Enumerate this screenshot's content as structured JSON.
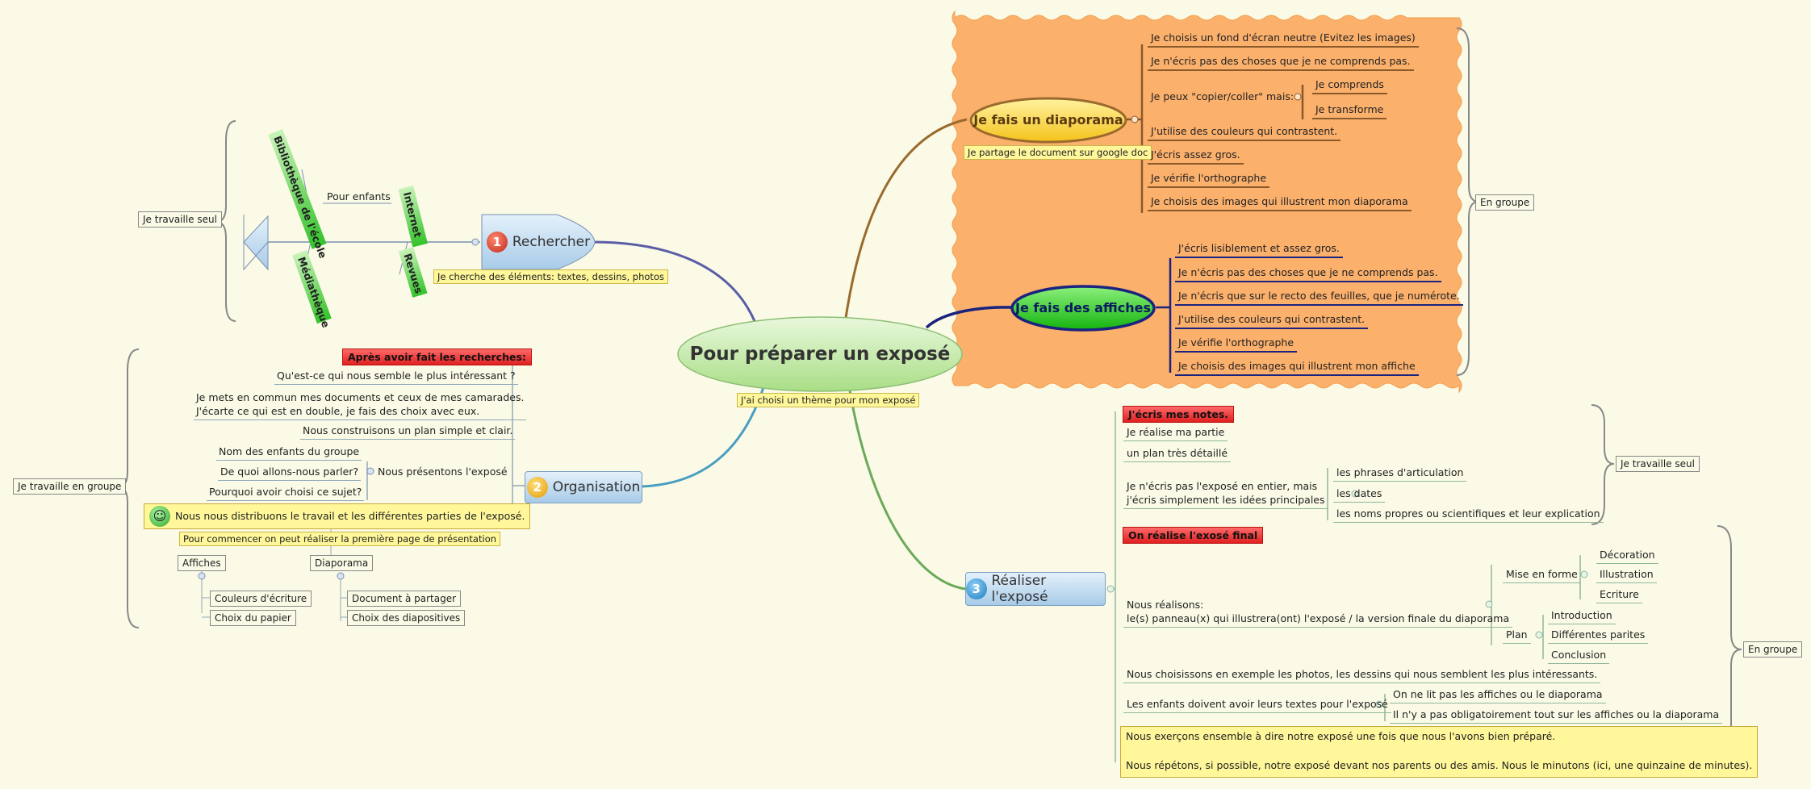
{
  "center": {
    "title": "Pour préparer un exposé",
    "note": "J'ai choisi un thème pour mon exposé"
  },
  "rechercher": {
    "number": "1",
    "label": "Rechercher",
    "note": "Je cherche des éléments: textes, dessins, photos",
    "group": "Je travaille seul",
    "pour_enfants": "Pour enfants",
    "bones": [
      "Bibliothèque de l'école",
      "Internet",
      "Médiathèque",
      "Revues"
    ]
  },
  "diaporama": {
    "label": "Je fais un diaporama",
    "note": "Je partage le document sur google doc",
    "items": [
      "Je choisis un fond d'écran neutre (Evitez les images)",
      "Je n'écris pas des choses que je ne comprends pas.",
      "Je peux \"copier/coller\" mais:",
      "J'utilise des couleurs qui contrastent.",
      "J'écris assez gros.",
      "Je vérifie l'orthographe",
      "Je choisis des images qui illustrent mon diaporama"
    ],
    "sub": [
      "Je comprends",
      "Je transforme"
    ]
  },
  "affiches": {
    "label": "Je fais des affiches",
    "items": [
      "J'écris lisiblement et assez gros.",
      "Je n'écris pas des choses que je ne comprends pas.",
      "Je n'écris que sur le recto des feuilles, que je numérote.",
      "J'utilise des couleurs qui contrastent.",
      "Je vérifie l'orthographe",
      "Je choisis des images qui illustrent mon affiche"
    ]
  },
  "en_groupe_1": "En groupe",
  "organisation": {
    "number": "2",
    "label": "Organisation",
    "group": "Je travaille en groupe",
    "red": "Après avoir fait les recherches:",
    "q1": "Qu'est-ce qui nous semble le plus intéressant ?",
    "q2a": "Je mets en commun mes documents et ceux de mes camarades.",
    "q2b": "J'écarte ce qui est en double, je fais des choix avec eux.",
    "q3": "Nous construisons un plan simple et clair.",
    "presentons": "Nous présentons l'exposé",
    "pres_items": [
      "Nom des enfants du groupe",
      "De quoi allons-nous parler?",
      "Pourquoi avoir choisi ce sujet?"
    ],
    "distrib": "Nous nous distribuons le travail et les différentes parties de l'exposé.",
    "note": "Pour commencer on peut réaliser la première page de présentation",
    "affiches": "Affiches",
    "affiches_items": [
      "Couleurs d'écriture",
      "Choix du papier"
    ],
    "diaporama": "Diaporama",
    "diaporama_items": [
      "Document à partager",
      "Choix des diapositives"
    ]
  },
  "realiser": {
    "number": "3",
    "label": "Réaliser l'exposé",
    "notes_red": "J'écris mes notes.",
    "n1": "Je réalise ma partie",
    "n2": "un plan très détaillé",
    "n3a": "Je n'écris pas l'exposé en entier, mais",
    "n3b": "j'écris simplement les idées principales",
    "n3_items": [
      "les phrases d'articulation",
      "les dates",
      "les noms propres ou scientifiques et leur explication"
    ],
    "seul": "Je travaille seul",
    "final_red": "On réalise l'exosé final",
    "real_a": "Nous réalisons:",
    "real_b": "le(s) panneau(x) qui illustrera(ont) l'exposé / la version finale du diaporama",
    "mise": "Mise en forme",
    "mise_items": [
      "Décoration",
      "Illustration",
      "Ecriture"
    ],
    "plan": "Plan",
    "plan_items": [
      "Introduction",
      "Différentes parites",
      "Conclusion"
    ],
    "choix": "Nous choisissons en exemple les photos, les dessins qui nous semblent les plus intéressants.",
    "textes": "Les enfants doivent avoir leurs textes pour l'exposé",
    "textes_items": [
      "On ne lit pas les affiches ou le diaporama",
      "Il n'y a pas obligatoirement tout sur les affiches ou la diaporama"
    ],
    "exercons": "Nous exerçons ensemble à dire notre exposé une fois que nous l'avons bien préparé.",
    "repetons": "Nous répétons, si possible, notre exposé devant nos parents ou des amis. Nous le minutons (ici, une quinzaine de minutes).",
    "groupe": "En groupe"
  },
  "colors": {
    "orange_bg": "#fbb06c",
    "center": "#b9e59a",
    "yellow_topic": "#ffd84a",
    "green_topic": "#22c21a",
    "blue_topic": "#bcd8ee"
  }
}
